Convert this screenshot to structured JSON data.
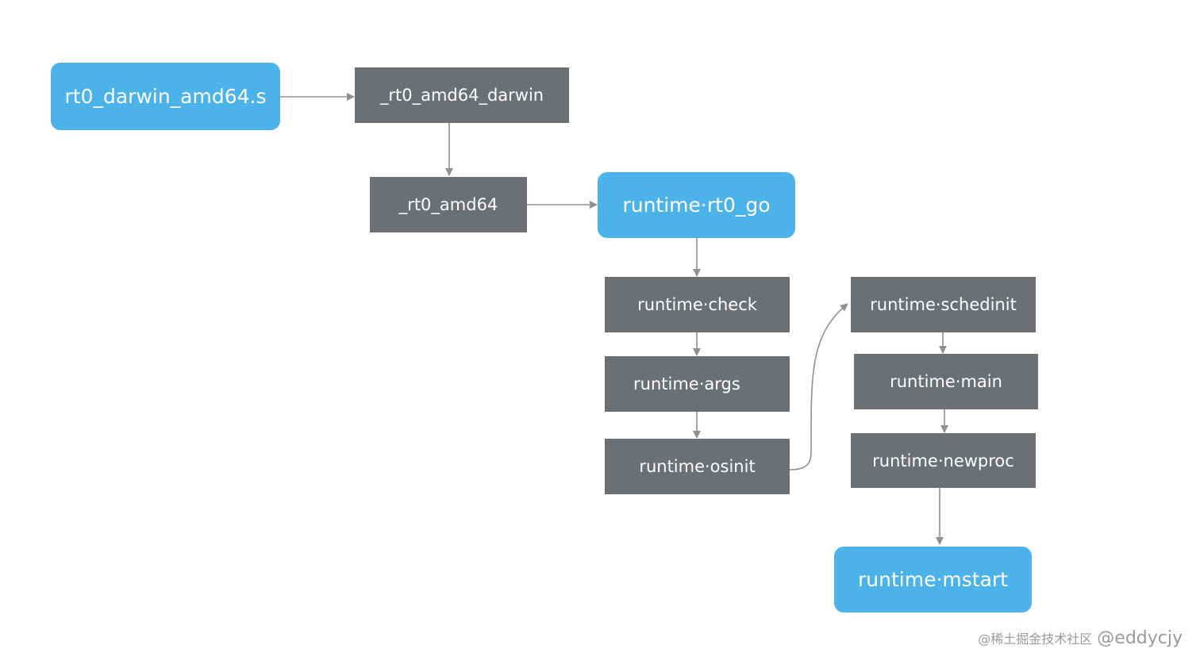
{
  "colors": {
    "gray_box": "#6c7074",
    "blue_box": "#4bb2ea",
    "arrow": "#909090",
    "text": "#ffffff"
  },
  "nodes": {
    "rt0_darwin_amd64_s": "rt0_darwin_amd64.s",
    "rt0_amd64_darwin": "_rt0_amd64_darwin",
    "rt0_amd64": "_rt0_amd64",
    "runtime_rt0_go": "runtime·rt0_go",
    "runtime_check": "runtime·check",
    "runtime_args": "runtime·args",
    "runtime_osinit": "runtime·osinit",
    "runtime_schedinit": "runtime·schedinit",
    "runtime_main": "runtime·main",
    "runtime_newproc": "runtime·newproc",
    "runtime_mstart": "runtime·mstart"
  },
  "edges": [
    [
      "rt0_darwin_amd64_s",
      "rt0_amd64_darwin"
    ],
    [
      "rt0_amd64_darwin",
      "rt0_amd64"
    ],
    [
      "rt0_amd64",
      "runtime_rt0_go"
    ],
    [
      "runtime_rt0_go",
      "runtime_check"
    ],
    [
      "runtime_check",
      "runtime_args"
    ],
    [
      "runtime_args",
      "runtime_osinit"
    ],
    [
      "runtime_osinit",
      "runtime_schedinit"
    ],
    [
      "runtime_schedinit",
      "runtime_main"
    ],
    [
      "runtime_main",
      "runtime_newproc"
    ],
    [
      "runtime_newproc",
      "runtime_mstart"
    ]
  ],
  "watermark": {
    "prefix": "@稀土掘金技术社区",
    "handle": "@eddycjy"
  }
}
